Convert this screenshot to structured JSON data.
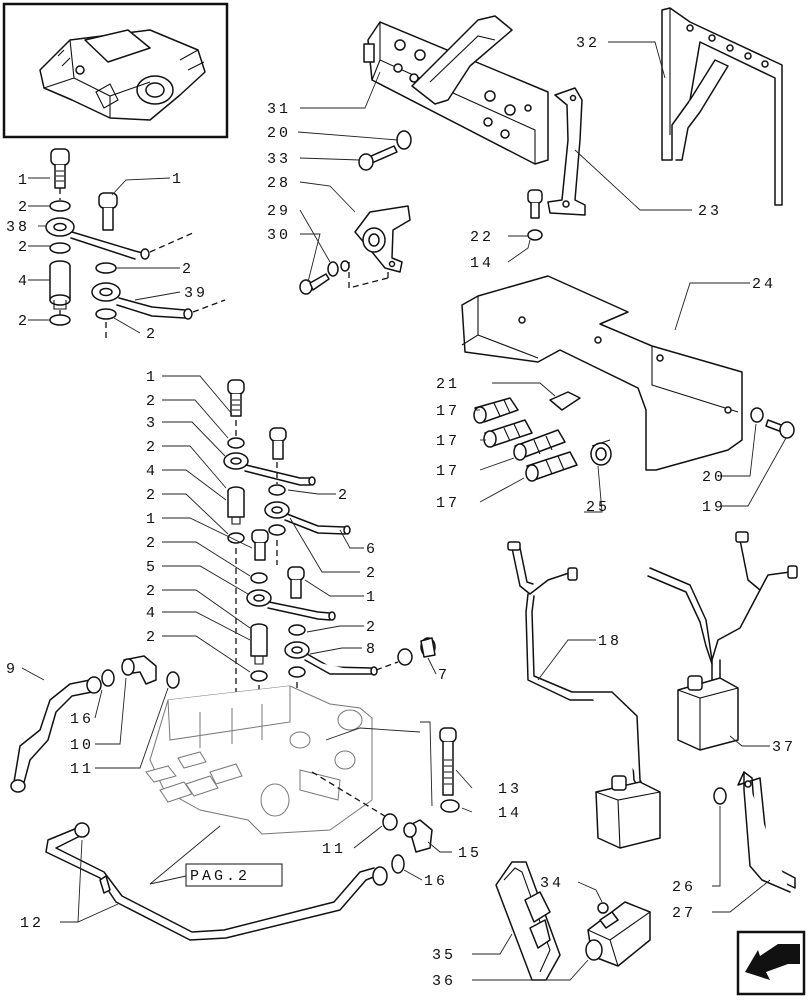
{
  "callouts": {
    "c1a": "1",
    "c1b": "1",
    "c2a": "2",
    "c38": "38",
    "c2b": "2",
    "c2c": "2",
    "c4a": "4",
    "c39": "39",
    "c2d": "2",
    "c2e": "2",
    "c31": "31",
    "c20a": "20",
    "c33": "33",
    "c28": "28",
    "c29": "29",
    "c30": "30",
    "c32": "32",
    "c23": "23",
    "c22": "22",
    "c14a": "14",
    "c24": "24",
    "c21": "21",
    "c17a": "17",
    "c17b": "17",
    "c17c": "17",
    "c17d": "17",
    "c25": "25",
    "c20b": "20",
    "c19": "19",
    "c1c": "1",
    "c2f": "2",
    "c3": "3",
    "c2g": "2",
    "c4b": "4",
    "c2h": "2",
    "c1d": "1",
    "c2i": "2",
    "c5": "5",
    "c2j": "2",
    "c4c": "4",
    "c2k": "2",
    "c2l": "2",
    "c6": "6",
    "c2m": "2",
    "c1e": "1",
    "c2n": "2",
    "c8": "8",
    "c7": "7",
    "c9": "9",
    "c16a": "16",
    "c10": "10",
    "c11a": "11",
    "c13": "13",
    "c14b": "14",
    "c11b": "11",
    "c15": "15",
    "c16b": "16",
    "c12": "12",
    "c18": "18",
    "c37": "37",
    "c26": "26",
    "c27": "27",
    "c34": "34",
    "c35": "35",
    "c36": "36"
  },
  "page_ref": "PAG.2"
}
